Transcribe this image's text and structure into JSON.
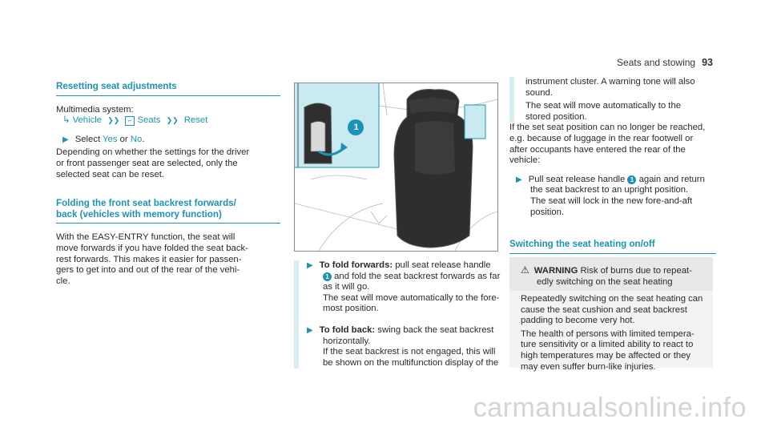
{
  "header": {
    "title": "Seats and stowing",
    "page": "93"
  },
  "col1": {
    "title1": "Resetting seat adjustments",
    "system_label": "Multimedia system:",
    "path": {
      "vehicle": "Vehicle",
      "seats": "Seats",
      "reset": "Reset"
    },
    "select_prefix": "Select",
    "yes": "Yes",
    "or": "or",
    "no": "No",
    "select_end": ".",
    "depending": [
      "Depending on whether the settings for the driver",
      "or front passenger seat are selected, only the",
      "selected seat can be reset."
    ],
    "title2": [
      "Folding the front seat backrest forwards/",
      "back (vehicles with memory function)"
    ],
    "easy": [
      "With the EASY-ENTRY function, the seat will",
      "move forwards if you have folded the seat back-",
      "rest forwards. This makes it easier for passen-",
      "gers to get into and out of the rear of the vehi-",
      "cle."
    ]
  },
  "figure": {
    "callout": "1"
  },
  "col2": {
    "step1_bold": "To fold forwards:",
    "step1_a": " pull seat release handle",
    "step1_callout": "1",
    "step1_b": " and fold the seat backrest forwards as far",
    "step1_c": "as it will go.",
    "step1_d": [
      "The seat will move automatically to the fore-",
      "most position."
    ],
    "step2_bold": "To fold back:",
    "step2_a": " swing back the seat backrest",
    "step2_b": "horizontally.",
    "step2_c": [
      "If the seat backrest is not engaged, this will",
      "be shown on the multifunction display of the"
    ]
  },
  "col3": {
    "cont1": [
      "instrument cluster. A warning tone will also",
      "sound."
    ],
    "cont2": [
      "The seat will move automatically to the",
      "stored position."
    ],
    "reached": [
      "If the set seat position can no longer be reached,",
      "e.g. because of luggage in the rear footwell or",
      "after occupants have entered the rear of the",
      "vehicle:"
    ],
    "pull_a": "Pull seat release handle ",
    "pull_callout": "1",
    "pull_b": " again and return",
    "pull_c": [
      "the seat backrest to an upright position.",
      "The seat will lock in the new fore-and-aft",
      "position."
    ],
    "title3": "Switching the seat heating on/off",
    "warning_label": "WARNING",
    "warning_a": " Risk of burns due to repeat-",
    "warning_b": "edly switching on the seat heating",
    "warn_p1": [
      "Repeatedly switching on the seat heating can",
      "cause the seat cushion and seat backrest",
      "padding to become very hot."
    ],
    "warn_p2": [
      "The health of persons with limited tempera-",
      "ture sensitivity or a limited ability to react to",
      "high temperatures may be affected or they",
      "may even suffer burn-like injuries."
    ]
  },
  "footer": {
    "watermark": "carmanualsonline.info"
  }
}
